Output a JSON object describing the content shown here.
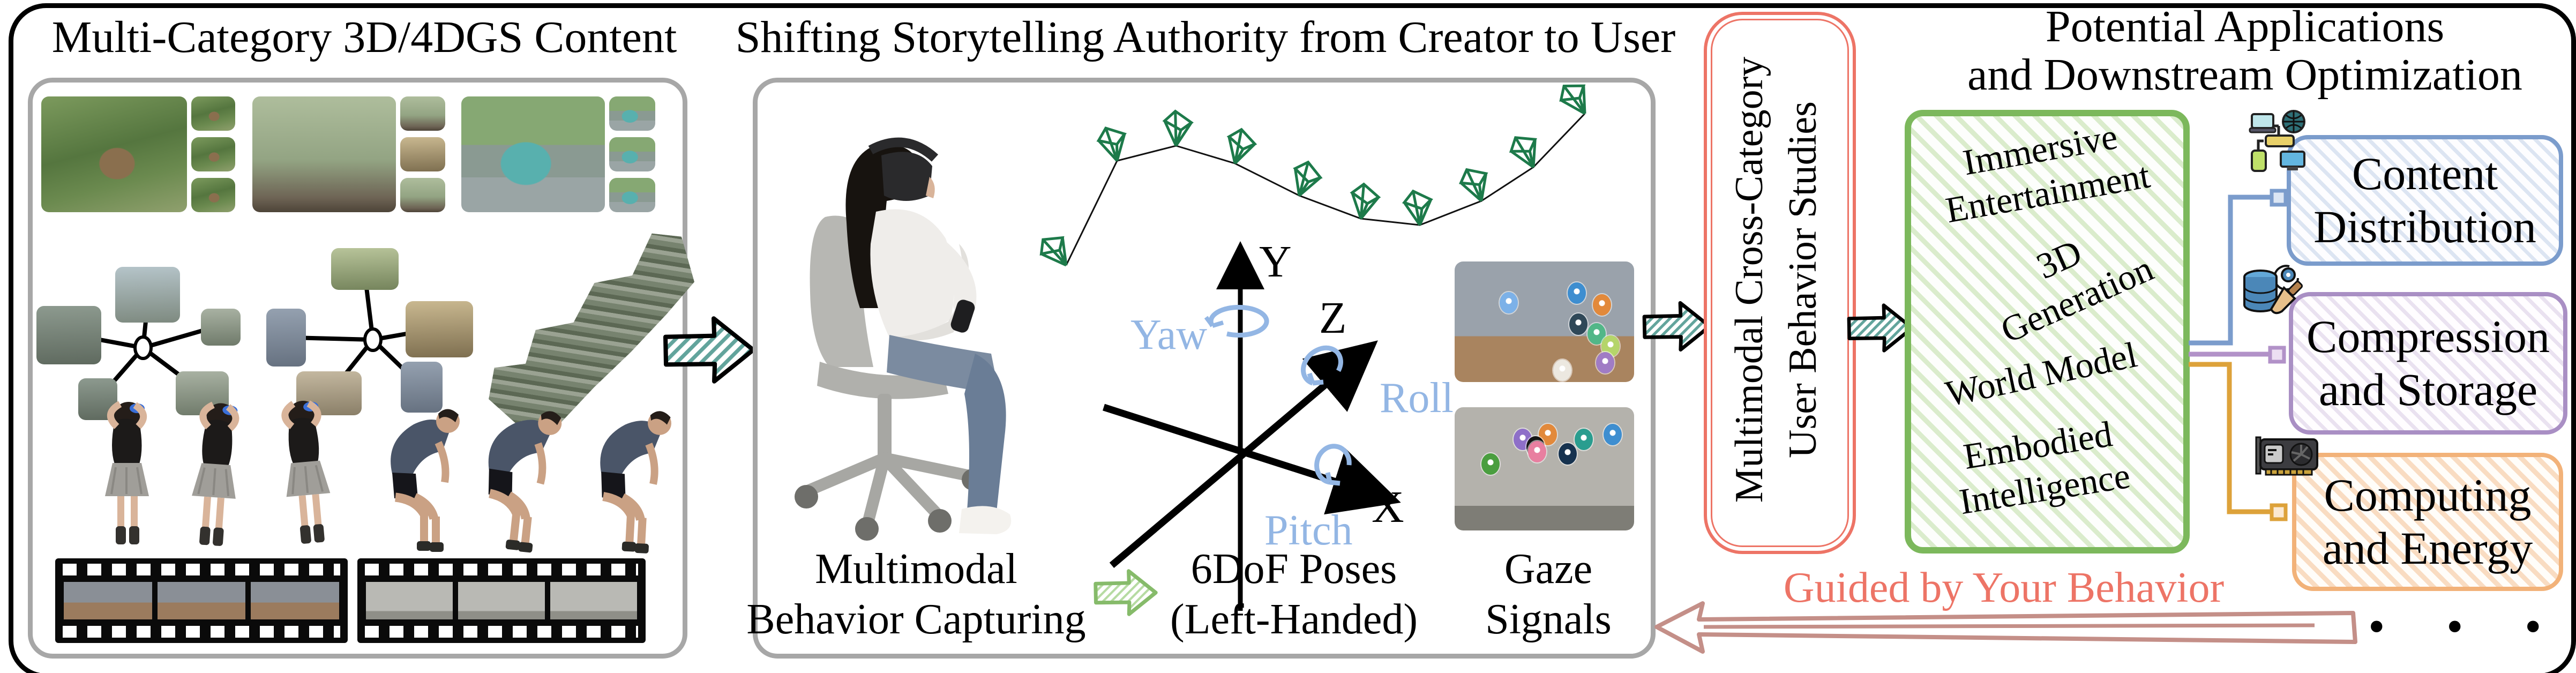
{
  "colors": {
    "frame": "#000000",
    "panel_border": "#a7a7a7",
    "teal_arrow_hatch": "#62a49c",
    "green_mini_arrow": "#86bb6a",
    "study_box_border": "#ed7466",
    "apps_box_border": "#7cb85c",
    "content_box_border": "#7b9ccc",
    "compression_box_border": "#a98fc4",
    "computing_box_border": "#f2b279",
    "guided_text": "#ed7466",
    "rose_arrow": "#c48f88",
    "axis_rotation_labels": "#93b6e4",
    "camera_frustum": "#1d7a4a"
  },
  "titles": {
    "left": "Multi-Category 3D/4DGS Content",
    "middle": "Shifting Storytelling Authority from Creator to User",
    "right_line1": "Potential Applications",
    "right_line2": "and Downstream Optimization"
  },
  "middle_panel": {
    "capture_line1": "Multimodal",
    "capture_line2": "Behavior Capturing",
    "pose_line1": "6DoF Poses",
    "pose_line2": "(Left-Handed)",
    "gaze_line1": "Gaze",
    "gaze_line2": "Signals",
    "axes": {
      "x": "X",
      "y": "Y",
      "z": "Z",
      "yaw": "Yaw",
      "roll": "Roll",
      "pitch": "Pitch"
    },
    "trajectory": {
      "points": [
        [
          60,
          355,
          -35
        ],
        [
          155,
          160,
          -12
        ],
        [
          265,
          132,
          6
        ],
        [
          375,
          165,
          18
        ],
        [
          495,
          225,
          22
        ],
        [
          610,
          268,
          12
        ],
        [
          720,
          280,
          -4
        ],
        [
          835,
          235,
          -18
        ],
        [
          932,
          172,
          -24
        ],
        [
          1028,
          72,
          -30
        ]
      ]
    },
    "gaze_images": [
      {
        "name": "dance-studio-gaze-frame",
        "dots": [
          [
            30,
            34,
            "#7cb1e8"
          ],
          [
            68,
            26,
            "#3e8ed0"
          ],
          [
            82,
            36,
            "#e2893b"
          ],
          [
            69,
            52,
            "#2f4858"
          ],
          [
            79,
            60,
            "#52b788"
          ],
          [
            87,
            70,
            "#b5d56a"
          ],
          [
            84,
            84,
            "#a07cc5"
          ],
          [
            60,
            90,
            "#ece8e0"
          ]
        ]
      },
      {
        "name": "two-people-gaze-frame",
        "dots": [
          [
            52,
            22,
            "#e2893b"
          ],
          [
            38,
            26,
            "#8e6fc8"
          ],
          [
            45,
            32,
            "#141414"
          ],
          [
            72,
            26,
            "#2a9d8f"
          ],
          [
            88,
            22,
            "#3e8ed0"
          ],
          [
            20,
            46,
            "#4a9e3f"
          ],
          [
            46,
            36,
            "#e87fa0"
          ],
          [
            63,
            38,
            "#16324f"
          ]
        ]
      }
    ]
  },
  "study_box": {
    "line1": "Multimodal Cross-Category",
    "line2": "User Behavior Studies"
  },
  "applications_box": {
    "items": [
      {
        "line1": "Immersive",
        "line2": "Entertainment"
      },
      {
        "line1": "3D",
        "line2": "Generation"
      },
      {
        "line1": "World Model",
        "line2": ""
      },
      {
        "line1": "Embodied",
        "line2": "Intelligence"
      }
    ]
  },
  "outcome_boxes": [
    {
      "line1": "Content",
      "line2": "Distribution",
      "icon": "network-devices-icon"
    },
    {
      "line1": "Compression",
      "line2": "and Storage",
      "icon": "database-cleanup-icon"
    },
    {
      "line1": "Computing",
      "line2": "and Energy",
      "icon": "gpu-card-icon"
    }
  ],
  "guided_label": "Guided by Your Behavior",
  "ellipsis": "• • •"
}
